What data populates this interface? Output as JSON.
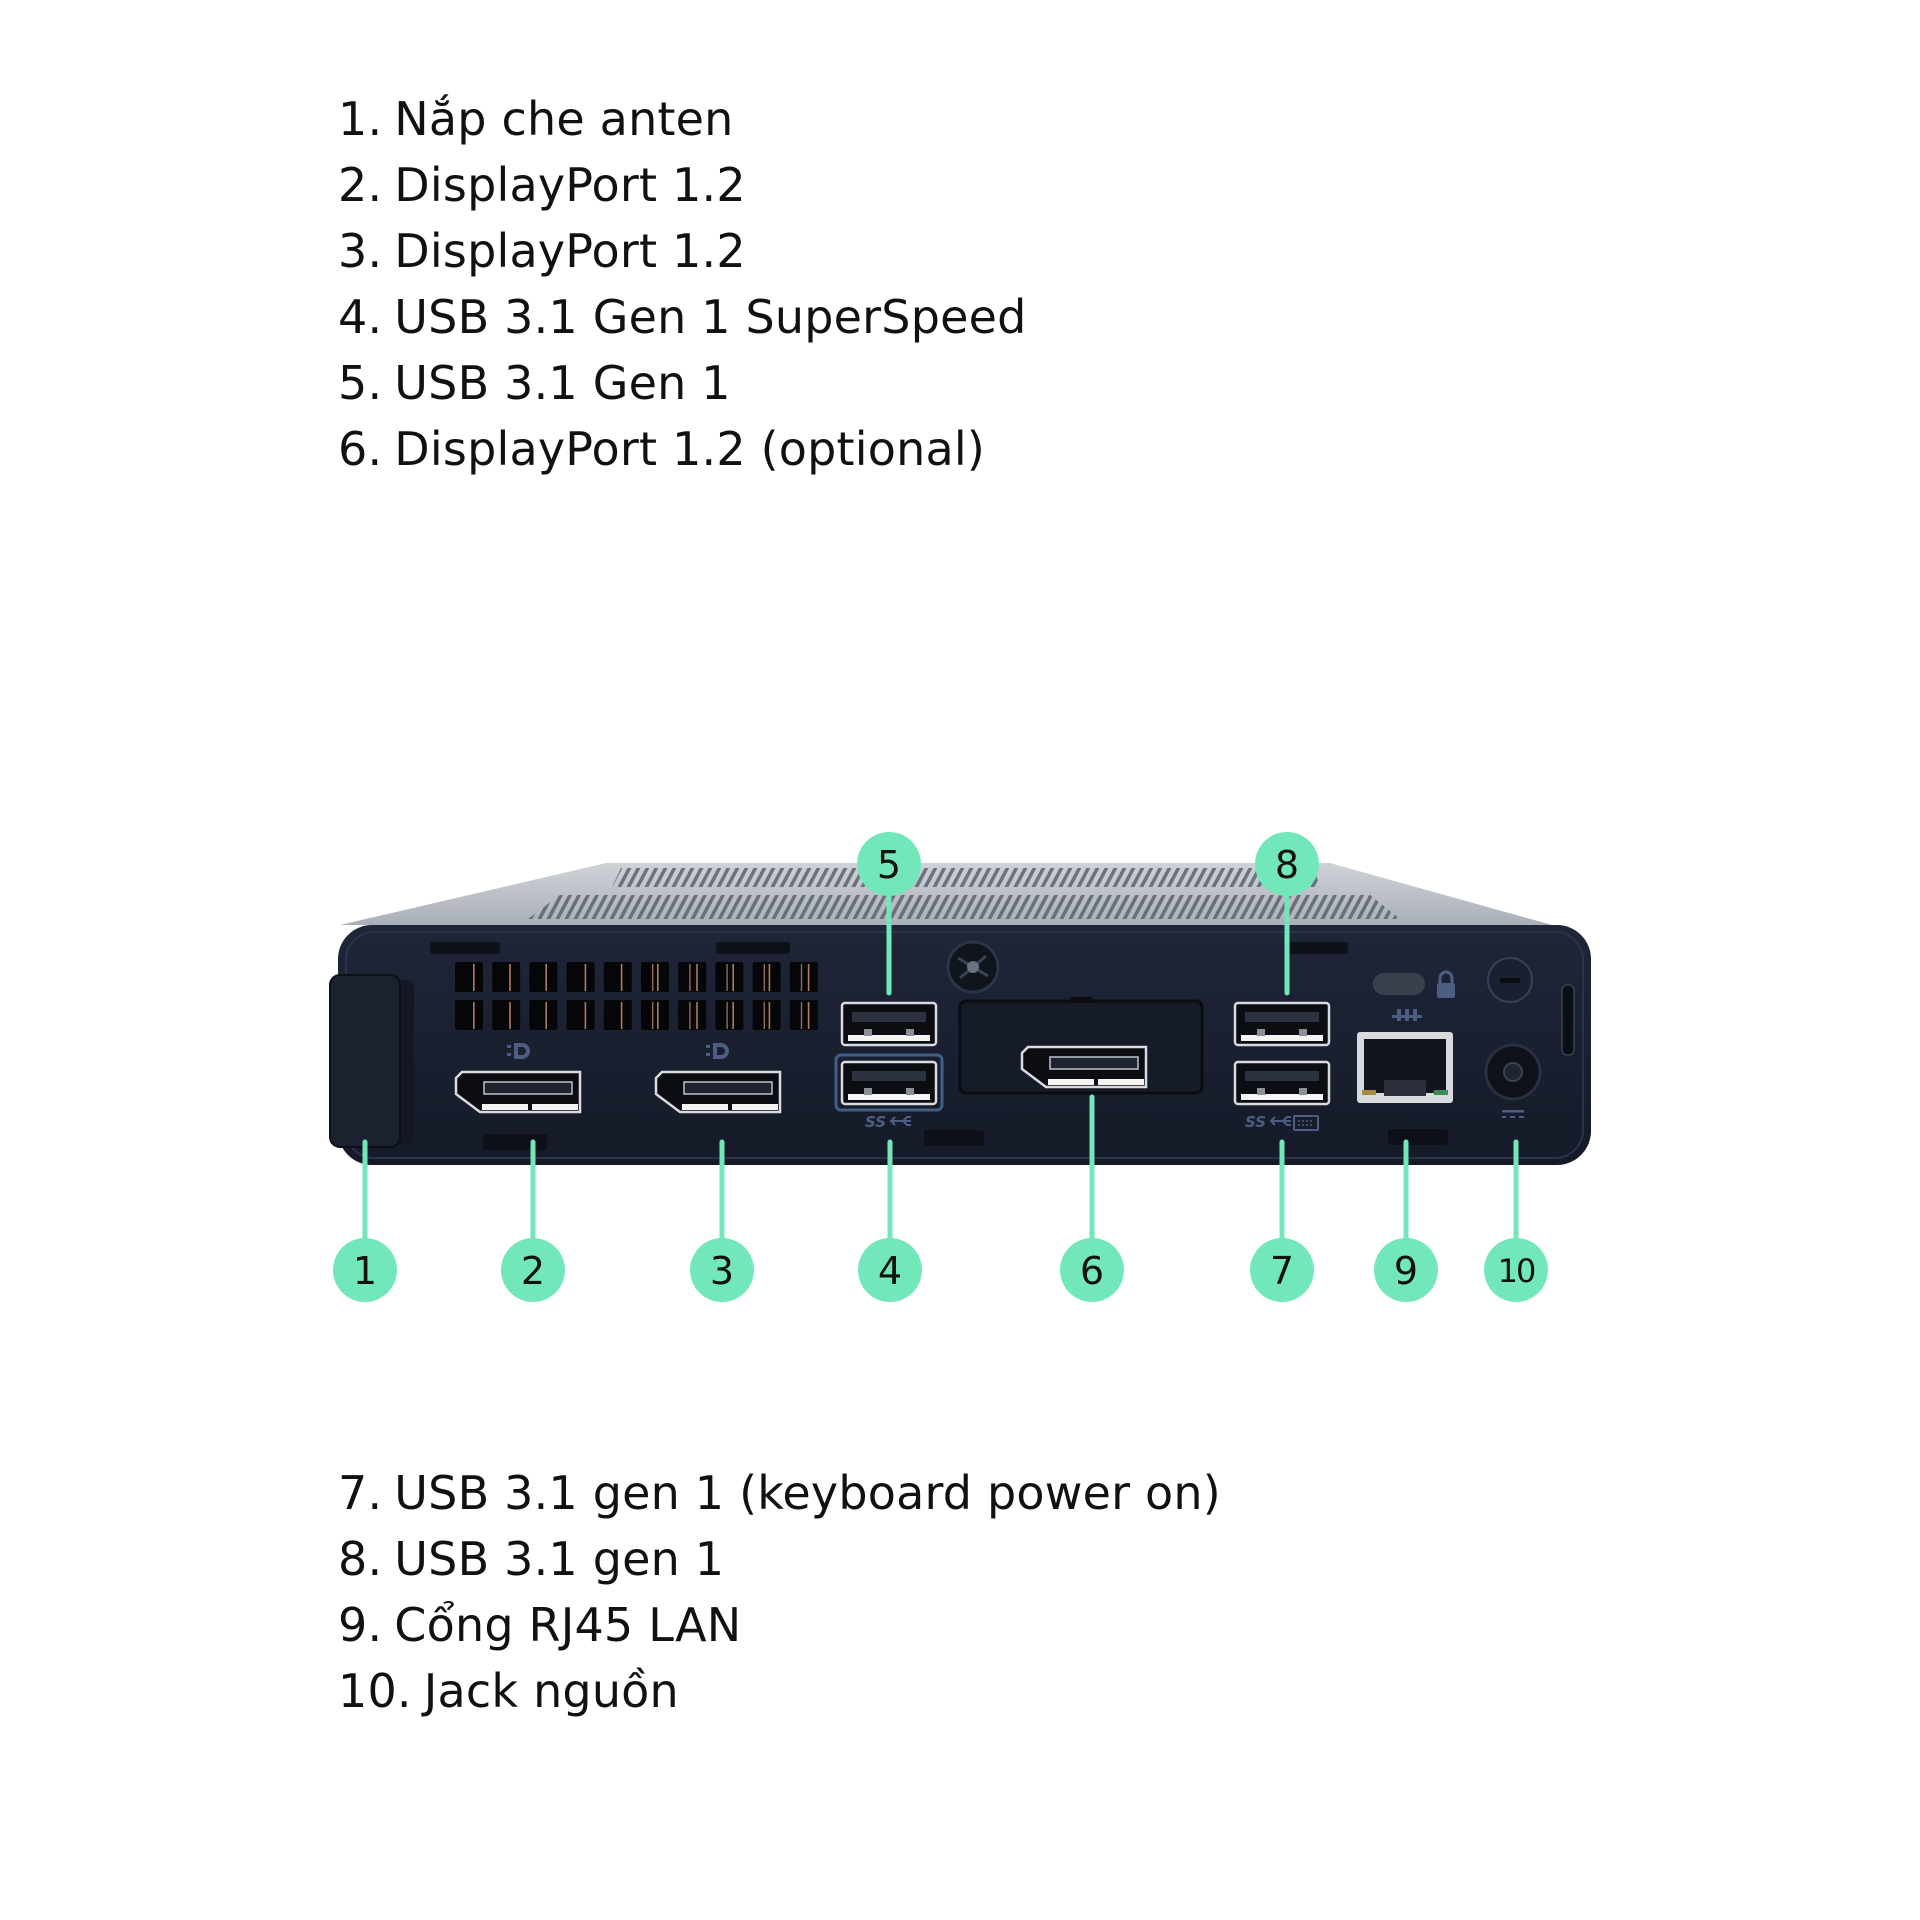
{
  "colors": {
    "background": "#ffffff",
    "text": "#111111",
    "callout_accent": "#72e8ba",
    "chassis_front": "#1b2132",
    "chassis_top": "#bcc1c7",
    "port_label_blue": "#4d5e82",
    "usb_superspeed_frame": "#3f5f86"
  },
  "legend_top": [
    {
      "number": "1.",
      "label": "Nắp che anten"
    },
    {
      "number": "2.",
      "label": "DisplayPort 1.2"
    },
    {
      "number": "3.",
      "label": "DisplayPort 1.2"
    },
    {
      "number": "4.",
      "label": "USB 3.1 Gen 1 SuperSpeed"
    },
    {
      "number": "5.",
      "label": "USB 3.1 Gen 1"
    },
    {
      "number": "6.",
      "label": "DisplayPort 1.2 (optional)"
    }
  ],
  "legend_bottom": [
    {
      "number": "7.",
      "label": "USB 3.1 gen 1 (keyboard power on)"
    },
    {
      "number": "8.",
      "label": "USB 3.1 gen 1"
    },
    {
      "number": "9.",
      "label": "Cổng RJ45 LAN"
    },
    {
      "number": "10.",
      "label": "Jack nguồn"
    }
  ],
  "callouts": [
    {
      "id": "antenna-cover",
      "number": "1",
      "target": "Nắp che anten"
    },
    {
      "id": "displayport-1",
      "number": "2",
      "target": "DisplayPort 1.2"
    },
    {
      "id": "displayport-2",
      "number": "3",
      "target": "DisplayPort 1.2"
    },
    {
      "id": "usb-superspeed",
      "number": "4",
      "target": "USB 3.1 Gen 1 SuperSpeed"
    },
    {
      "id": "usb-top-left",
      "number": "5",
      "target": "USB 3.1 Gen 1"
    },
    {
      "id": "displayport-optional",
      "number": "6",
      "target": "DisplayPort 1.2 (optional)"
    },
    {
      "id": "usb-keyboard-power-on",
      "number": "7",
      "target": "USB 3.1 gen 1 (keyboard power on)"
    },
    {
      "id": "usb-top-right",
      "number": "8",
      "target": "USB 3.1 gen 1"
    },
    {
      "id": "rj45-lan",
      "number": "9",
      "target": "Cổng RJ45 LAN"
    },
    {
      "id": "power-jack",
      "number": "10",
      "target": "Jack nguồn"
    }
  ],
  "port_icons": {
    "displayport_logo": "displayport-icon",
    "superspeed_usb_logo": "usb-superspeed-icon",
    "keyboard_logo": "keyboard-icon",
    "network_logo": "network-icon",
    "lock_logo": "lock-icon",
    "dc_power_logo": "dc-power-icon"
  }
}
